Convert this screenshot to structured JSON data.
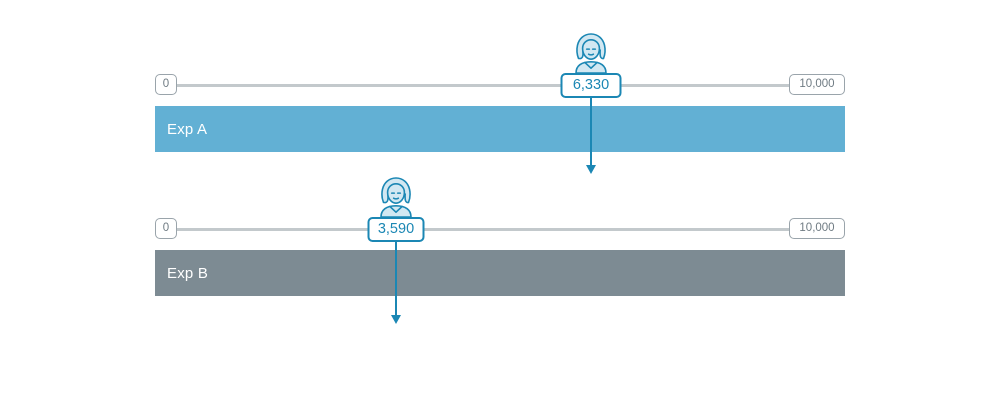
{
  "chart_data": {
    "type": "bar",
    "title": "",
    "xlabel": "",
    "ylabel": "",
    "axis_min": 0,
    "axis_max": 10000,
    "axis_min_label": "0",
    "axis_max_label": "10,000",
    "grid": false,
    "legend": "none",
    "categories": [
      "Exp A",
      "Exp B"
    ],
    "values": [
      6330,
      3590
    ],
    "value_labels": [
      "6,330",
      "3,590"
    ],
    "series": [
      {
        "name": "Exp A",
        "value": 6330,
        "value_label": "6,330",
        "color": "#62b0d4"
      },
      {
        "name": "Exp B",
        "value": 3590,
        "value_label": "3,590",
        "color": "#7d8b93"
      }
    ]
  },
  "colors": {
    "accent": "#1b87b4",
    "bar_a": "#62b0d4",
    "bar_b": "#7d8b93",
    "track": "#c3c9cc",
    "endcap_border": "#9aa4ab",
    "endcap_text": "#6f7b83",
    "badge_text": "#1b87b4",
    "bar_label_text": "#ffffff",
    "background": "#ffffff"
  },
  "rows": [
    {
      "id": "exp-a",
      "bar_label": "Exp A",
      "min_label": "0",
      "max_label": "10,000",
      "value_label": "6,330",
      "value": 6330,
      "icon": "person-female-icon"
    },
    {
      "id": "exp-b",
      "bar_label": "Exp B",
      "min_label": "0",
      "max_label": "10,000",
      "value_label": "3,590",
      "value": 3590,
      "icon": "person-female-icon"
    }
  ]
}
